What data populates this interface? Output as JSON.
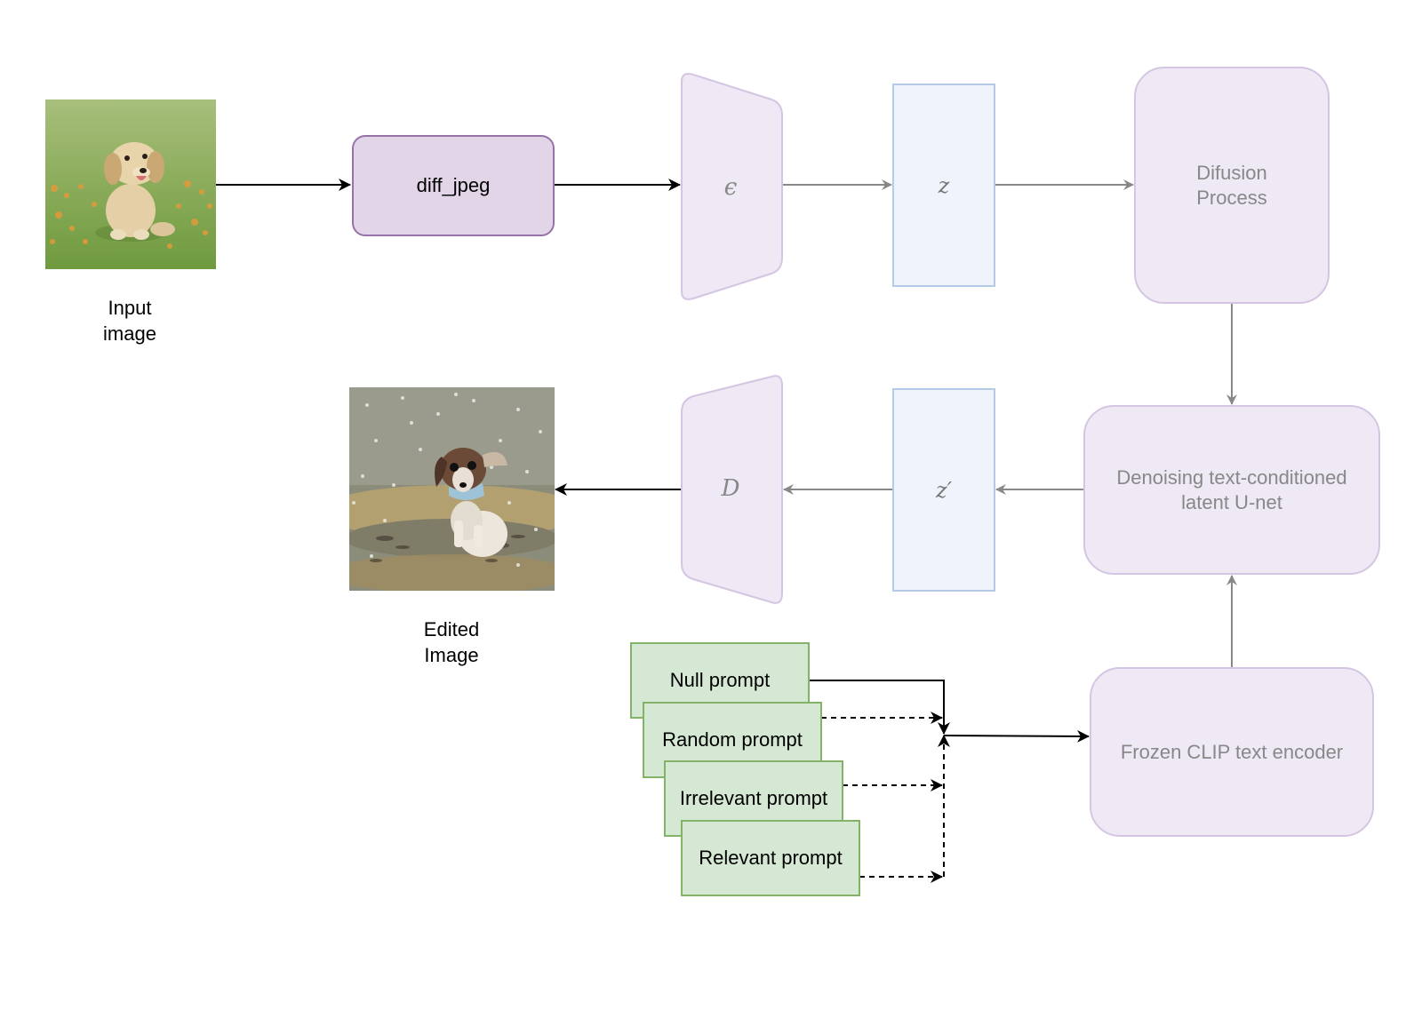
{
  "input_image": {
    "caption_line1": "Input",
    "caption_line2": "image"
  },
  "edited_image": {
    "caption_line1": "Edited",
    "caption_line2": "Image"
  },
  "diff_box": {
    "label": "diff_jpeg"
  },
  "encoder": {
    "symbol": "ϵ"
  },
  "decoder": {
    "symbol": "D"
  },
  "latent_z": {
    "symbol": "z"
  },
  "latent_z_prime": {
    "symbol": "z′"
  },
  "diffusion": {
    "line1": "Difusion",
    "line2": "Process"
  },
  "unet": {
    "line1": "Denoising text-conditioned",
    "line2": "latent U-net"
  },
  "clip": {
    "label": "Frozen CLIP text encoder"
  },
  "prompts": [
    {
      "label": "Null prompt"
    },
    {
      "label": "Random prompt"
    },
    {
      "label": "Irrelevant prompt"
    },
    {
      "label": "Relevant prompt"
    }
  ],
  "colors": {
    "purple_fill": "#e1d5e7",
    "purple_stroke": "#9673a6",
    "light_purple_fill": "#eee9f4",
    "blue_fill": "#eef3fc",
    "green_fill": "#d5e8d4",
    "green_stroke": "#82b366"
  }
}
